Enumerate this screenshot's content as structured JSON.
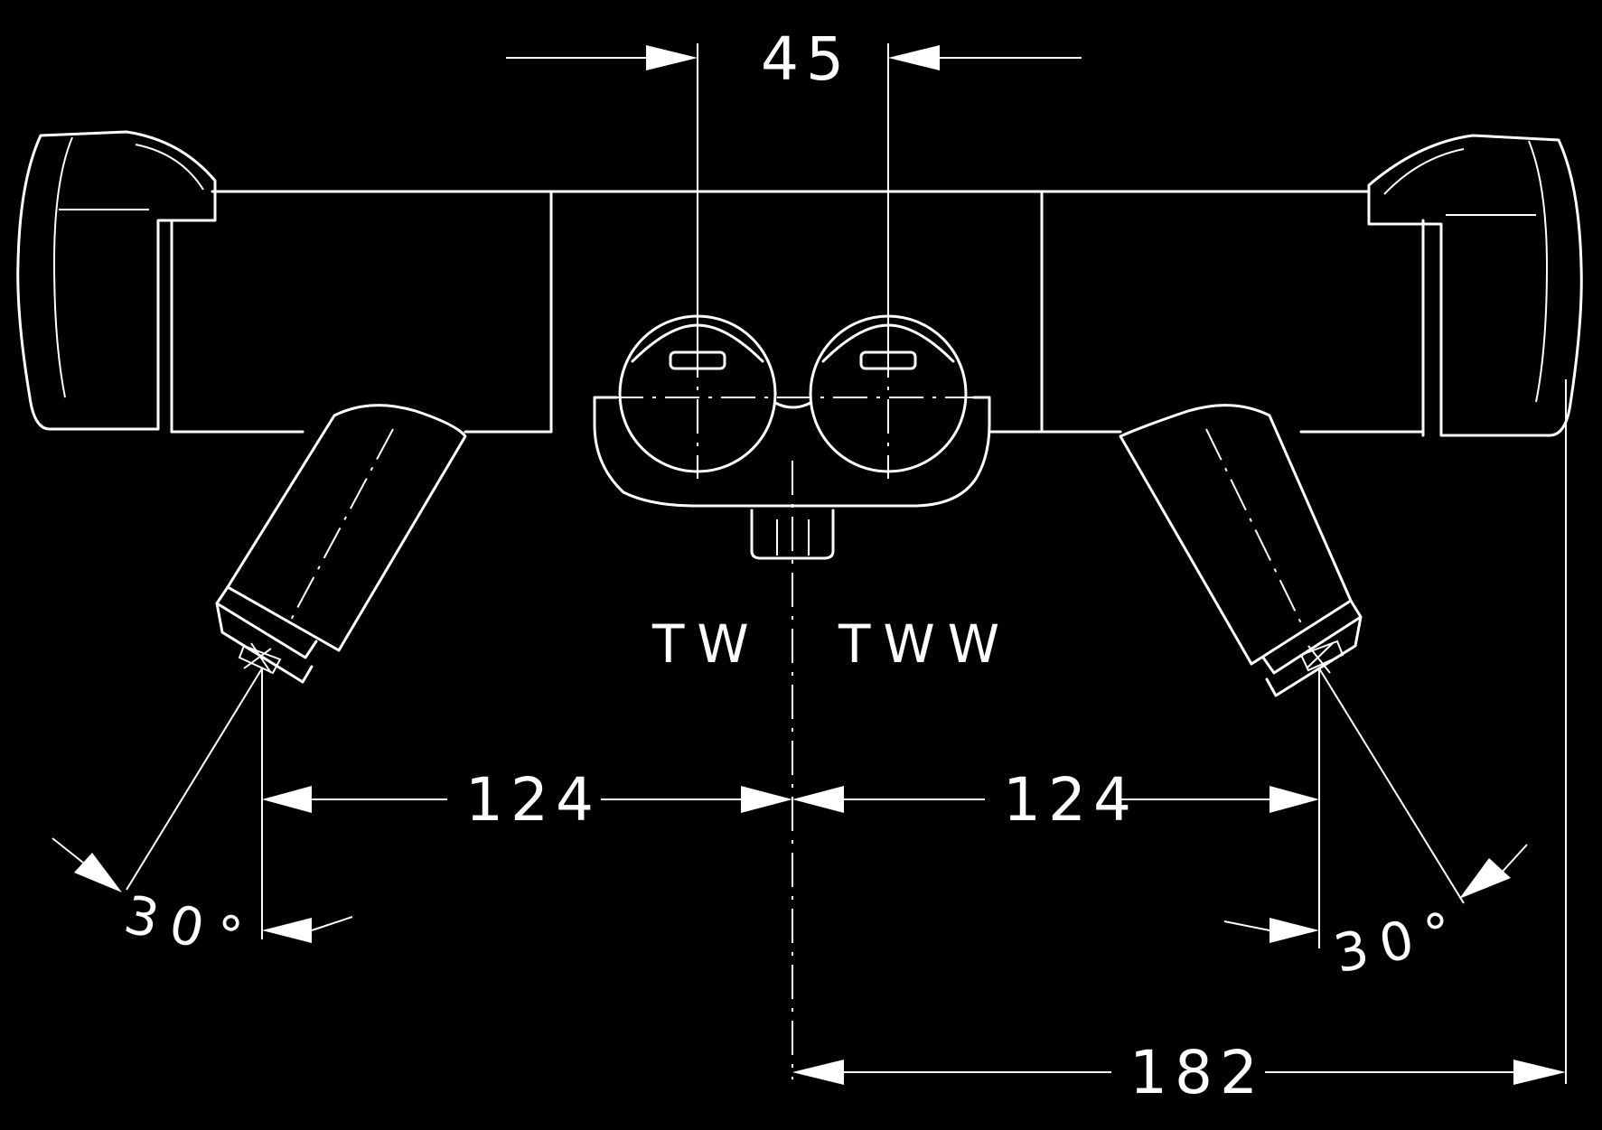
{
  "dimensions": {
    "port_spacing": "45",
    "left_outlet_offset": "124",
    "right_outlet_offset": "124",
    "right_body_extent": "182",
    "left_angle": "30°",
    "right_angle": "30°"
  },
  "ports": {
    "cold": "TW",
    "hot": "TWW"
  }
}
